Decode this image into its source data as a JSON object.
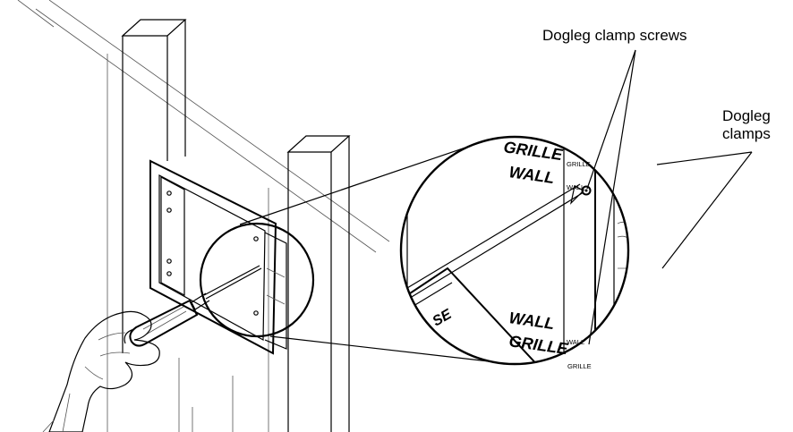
{
  "callouts": {
    "screws": "Dogleg clamp screws",
    "clamps_line1": "Dogleg",
    "clamps_line2": "clamps"
  },
  "panel_labels": {
    "upper_big_1": "GRILLE",
    "upper_big_2": "WALL",
    "lower_big_1": "WALL",
    "lower_big_2": "GRILLE",
    "small_grille_top": "GRILLE",
    "small_wall_top": "WALL",
    "small_wall_bottom": "WALL",
    "small_grille_bottom": "GRILLE",
    "brand_fragment": "SE"
  }
}
